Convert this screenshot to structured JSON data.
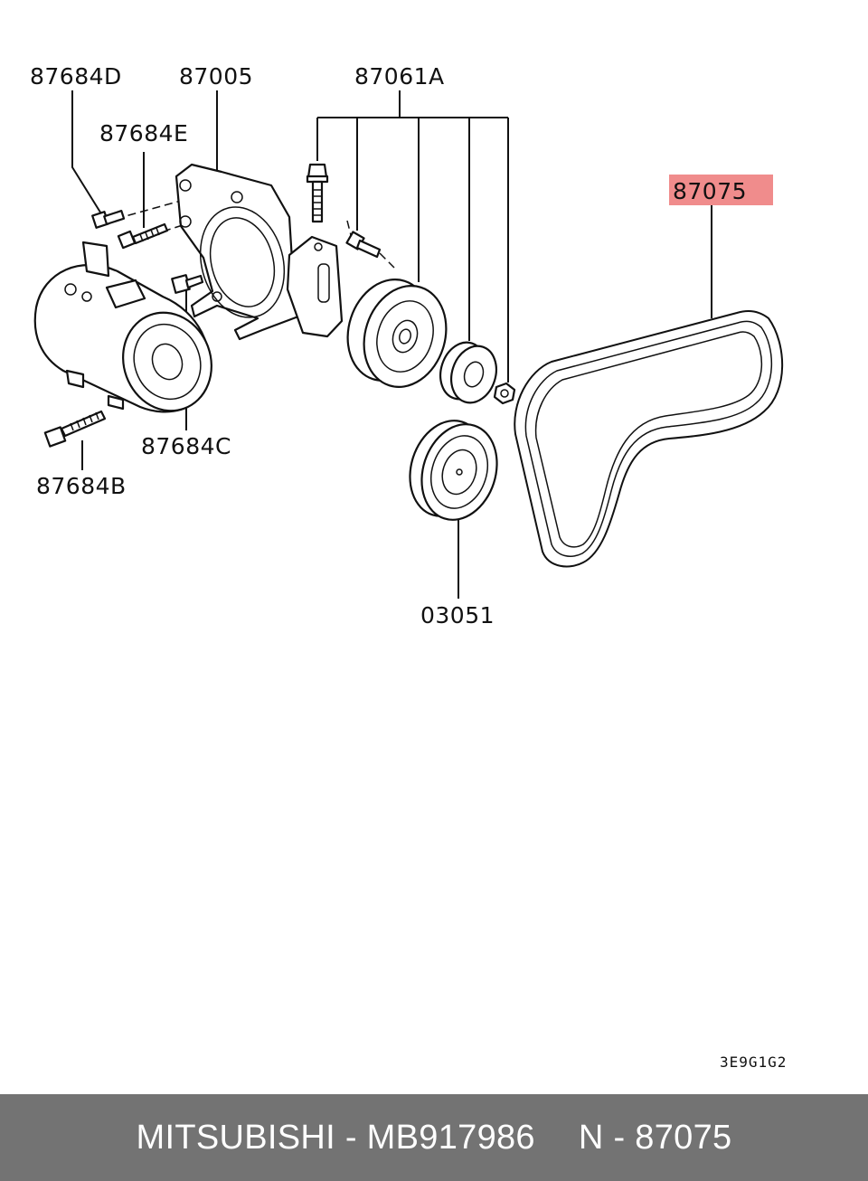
{
  "labels": {
    "p87684D": "87684D",
    "p87005": "87005",
    "p87061A": "87061A",
    "p87684E": "87684E",
    "p87075": "87075",
    "p87684C": "87684C",
    "p87684B": "87684B",
    "p03051": "03051"
  },
  "diagram_code": "3E9G1G2",
  "footer": {
    "brand_part": "MITSUBISHI - MB917986",
    "ref": "N - 87075"
  },
  "colors": {
    "highlight": "#f08c8c",
    "footer_bg": "#737373",
    "line": "#111111"
  }
}
